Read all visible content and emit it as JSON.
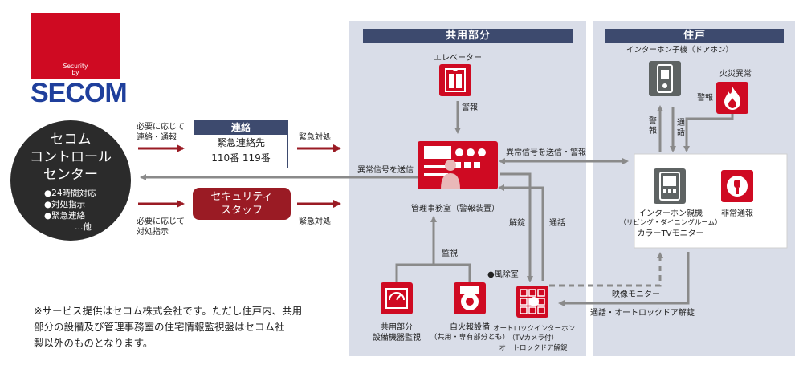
{
  "logo": {
    "line1": "Security",
    "line2": "by",
    "brand": "SECOM"
  },
  "control_center": {
    "title_line1": "セコム",
    "title_line2": "コントロール",
    "title_line3": "センター",
    "items": [
      "●24時間対応",
      "●対処指示",
      "●緊急連絡"
    ],
    "more": "…他"
  },
  "left_flows": {
    "top_label_line1": "必要に応じて",
    "top_label_line2": "連絡・通報",
    "bottom_label_line1": "必要に応じて",
    "bottom_label_line2": "対処指示",
    "top_right_label": "緊急対処",
    "bottom_right_label": "緊急対処",
    "signal_label": "異常信号を送信"
  },
  "renraku": {
    "header": "連絡",
    "line1": "緊急連絡先",
    "line2": "110番  119番"
  },
  "security_staff": {
    "line1": "セキュリティ",
    "line2": "スタッフ"
  },
  "common_area": {
    "title": "共用部分",
    "elevator": "エレベーター",
    "alarm_label": "警報",
    "management_label": "管理事務室（警報装置）",
    "monitor_label": "監視",
    "unlock_label": "解錠",
    "call_label": "通話",
    "windbreak_label": "●風除室",
    "equipment_line1": "共用部分",
    "equipment_line2": "設備機器監視",
    "fire_equipment_line1": "自火報設備",
    "fire_equipment_line2": "（共用・専有部分とも）",
    "autolock_line1": "オートロックインターホン",
    "autolock_line2": "（TVカメラ付）",
    "autolock_line3": "オートロックドア解錠"
  },
  "dwelling": {
    "title": "住戸",
    "intercom_child": "インターホン子機（ドアホン）",
    "fire": "火災異常",
    "alarm_label1": "警報",
    "alarm_label2": "警報",
    "call_label": "通話",
    "signal_alarm_label": "異常信号を送信・警報",
    "intercom_parent_line1": "インターホン親機",
    "intercom_parent_line2": "（リビング・ダイニングルーム）",
    "intercom_parent_line3": "カラーTVモニター",
    "emergency": "非常通報",
    "video_monitor": "映像モニター",
    "call_unlock": "通話・オートロックドア解錠"
  },
  "footnote": {
    "line1": "※サービス提供はセコム株式会社です。ただし住戸内、共用",
    "line2": "部分の設備及び管理事務室の住宅情報監視盤はセコム社",
    "line3": "製以外のものとなります。"
  },
  "colors": {
    "accent_red": "#cf0a22",
    "dark_red": "#9a1b24",
    "navy": "#3d4a6e",
    "panel": "#d9dde8",
    "arrow_gray": "#8a8a8a"
  }
}
